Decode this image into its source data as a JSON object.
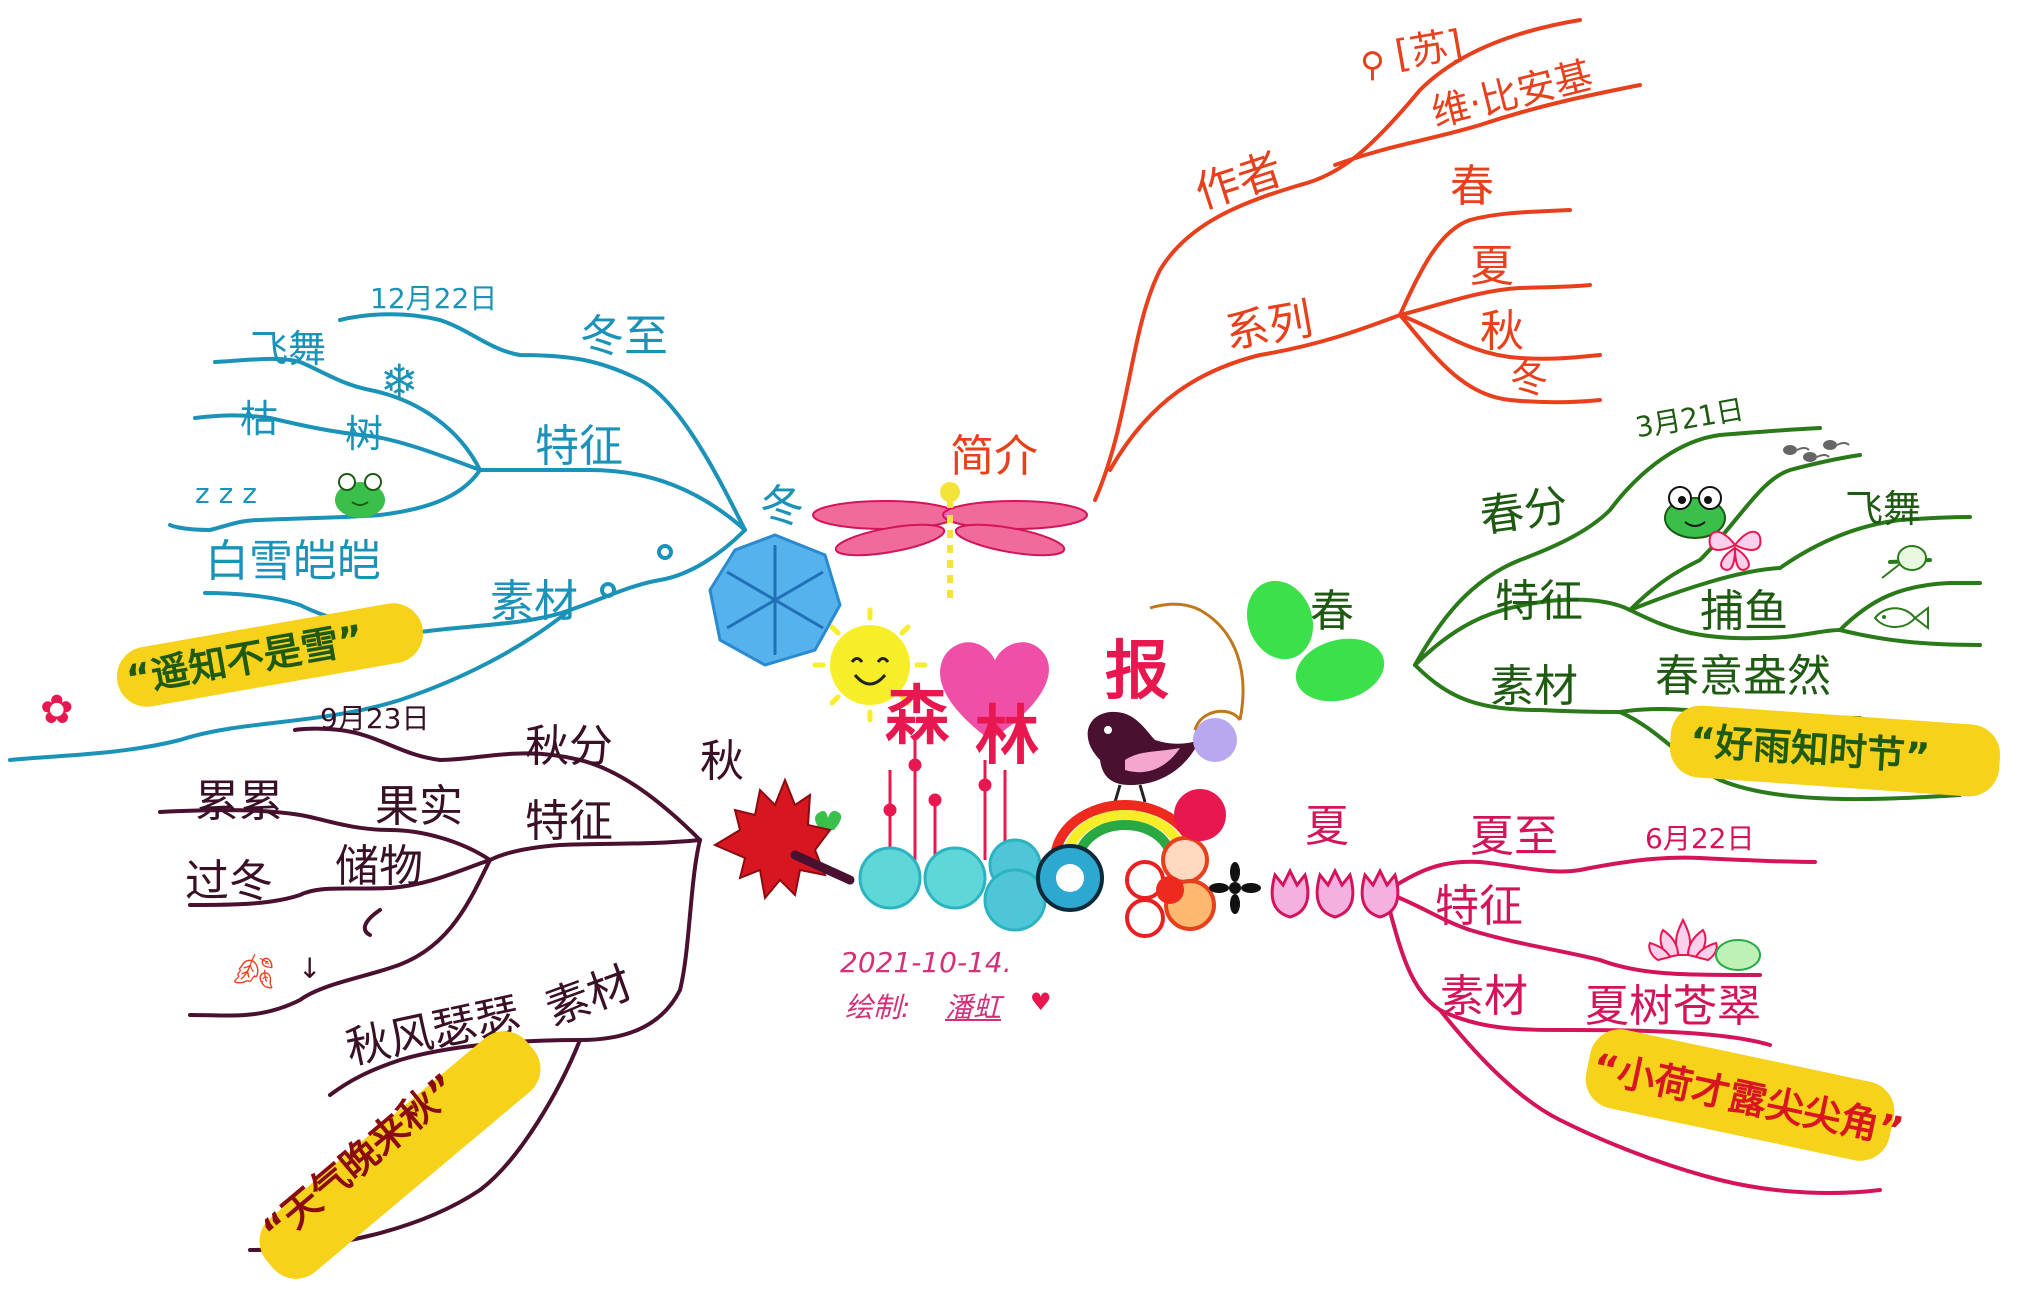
{
  "title": {
    "chars": [
      "森",
      "林",
      "报"
    ]
  },
  "signature": {
    "date": "2021-10-14.",
    "author_label": "绘制:",
    "author": "潘虹"
  },
  "colors": {
    "intro": "#e8401c",
    "spring": "#2a7a1a",
    "summer": "#d4145a",
    "autumn": "#4a1030",
    "winter": "#1b93b8",
    "highlight": "#f6d21b"
  },
  "branches": {
    "intro": {
      "label": "简介",
      "author": {
        "label": "作者",
        "nationality": "[苏]",
        "name": "维·比安基"
      },
      "series": {
        "label": "系列",
        "items": [
          "春",
          "夏",
          "秋",
          "冬"
        ]
      }
    },
    "spring": {
      "label": "春",
      "solar_term": {
        "label": "春分",
        "date": "3月21日"
      },
      "features": {
        "label": "特征",
        "items": [
          "飞舞",
          "捕鱼"
        ]
      },
      "material": {
        "label": "素材",
        "phrase": "春意盎然",
        "quote": "“好雨知时节”"
      }
    },
    "summer": {
      "label": "夏",
      "solar_term": {
        "label": "夏至",
        "date": "6月22日"
      },
      "features": {
        "label": "特征"
      },
      "material": {
        "label": "素材",
        "phrase": "夏树苍翠",
        "quote": "“小荷才露尖尖角”"
      }
    },
    "autumn": {
      "label": "秋",
      "solar_term": {
        "label": "秋分",
        "date": "9月23日"
      },
      "features": {
        "label": "特征",
        "fruit": {
          "label": "果实",
          "sub": "累累"
        },
        "storage": {
          "label": "储物",
          "sub": "过冬"
        }
      },
      "material": {
        "label": "素材",
        "phrase": "秋风瑟瑟",
        "quote": "“天气晚来秋”"
      }
    },
    "winter": {
      "label": "冬",
      "solar_term": {
        "label": "冬至",
        "date": "12月22日"
      },
      "features": {
        "label": "特征",
        "dance": "飞舞",
        "tree_a": "枯",
        "tree_b": "树",
        "sleep": "z z z"
      },
      "material": {
        "label": "素材",
        "phrase": "白雪皑皑",
        "quote": "“遥知不是雪”"
      }
    }
  }
}
